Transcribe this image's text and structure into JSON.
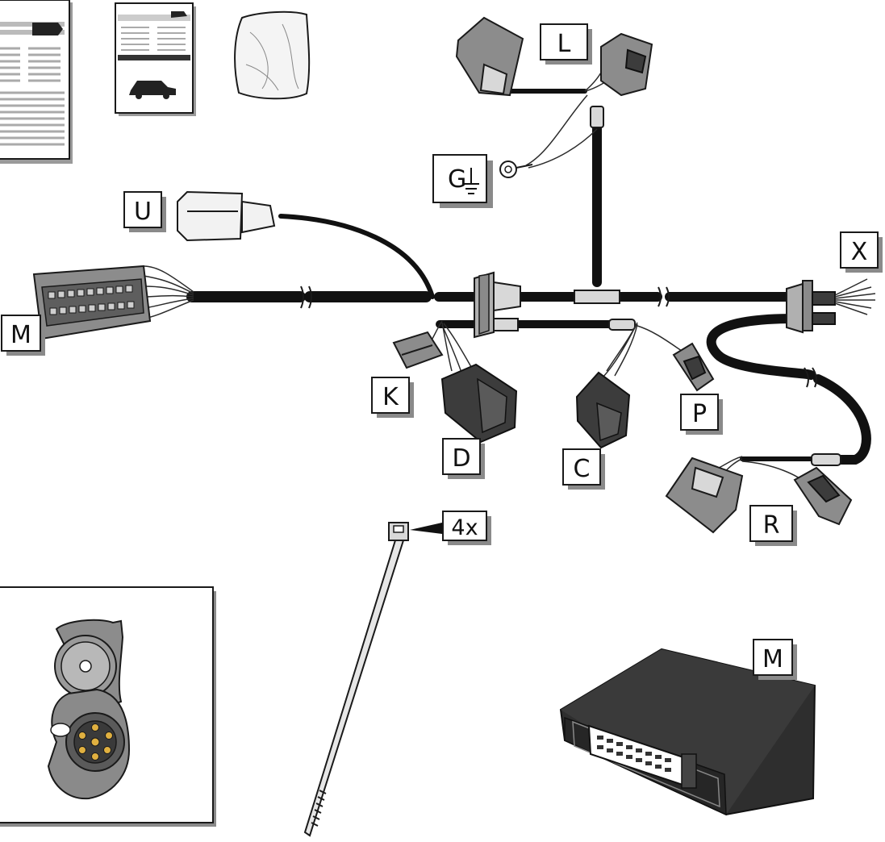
{
  "labels": {
    "L": "L",
    "G": "G",
    "U": "U",
    "X": "X",
    "M_top": "M",
    "K": "K",
    "D": "D",
    "C": "C",
    "P": "P",
    "R": "R",
    "qty": "4x",
    "M_module": "M"
  },
  "colors": {
    "harness": "#111111",
    "connector_grey": "#8c8c8c",
    "connector_dark": "#3c3c3c",
    "label_shadow": "#8a8a8a"
  },
  "icons": {
    "ground": "ground-icon"
  }
}
